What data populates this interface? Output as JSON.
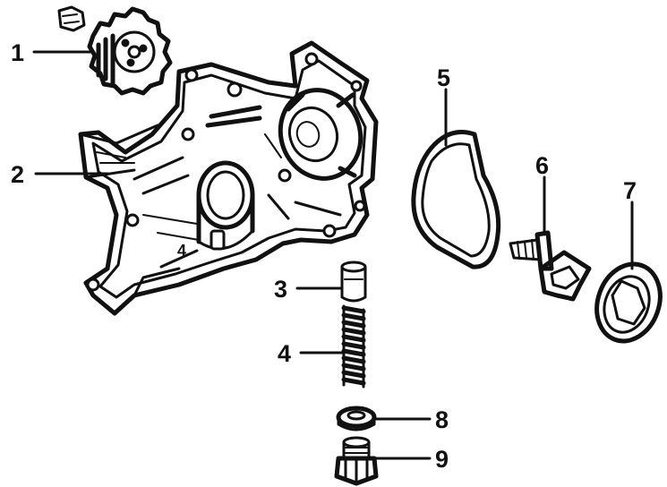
{
  "callouts": [
    {
      "id": "1",
      "label": "1"
    },
    {
      "id": "2",
      "label": "2"
    },
    {
      "id": "3",
      "label": "3"
    },
    {
      "id": "4",
      "label": "4"
    },
    {
      "id": "5",
      "label": "5"
    },
    {
      "id": "6",
      "label": "6"
    },
    {
      "id": "7",
      "label": "7"
    },
    {
      "id": "8",
      "label": "8"
    },
    {
      "id": "9",
      "label": "9"
    }
  ],
  "housing_mark": "4",
  "colors": {
    "ink": "#111111",
    "background": "#ffffff"
  }
}
